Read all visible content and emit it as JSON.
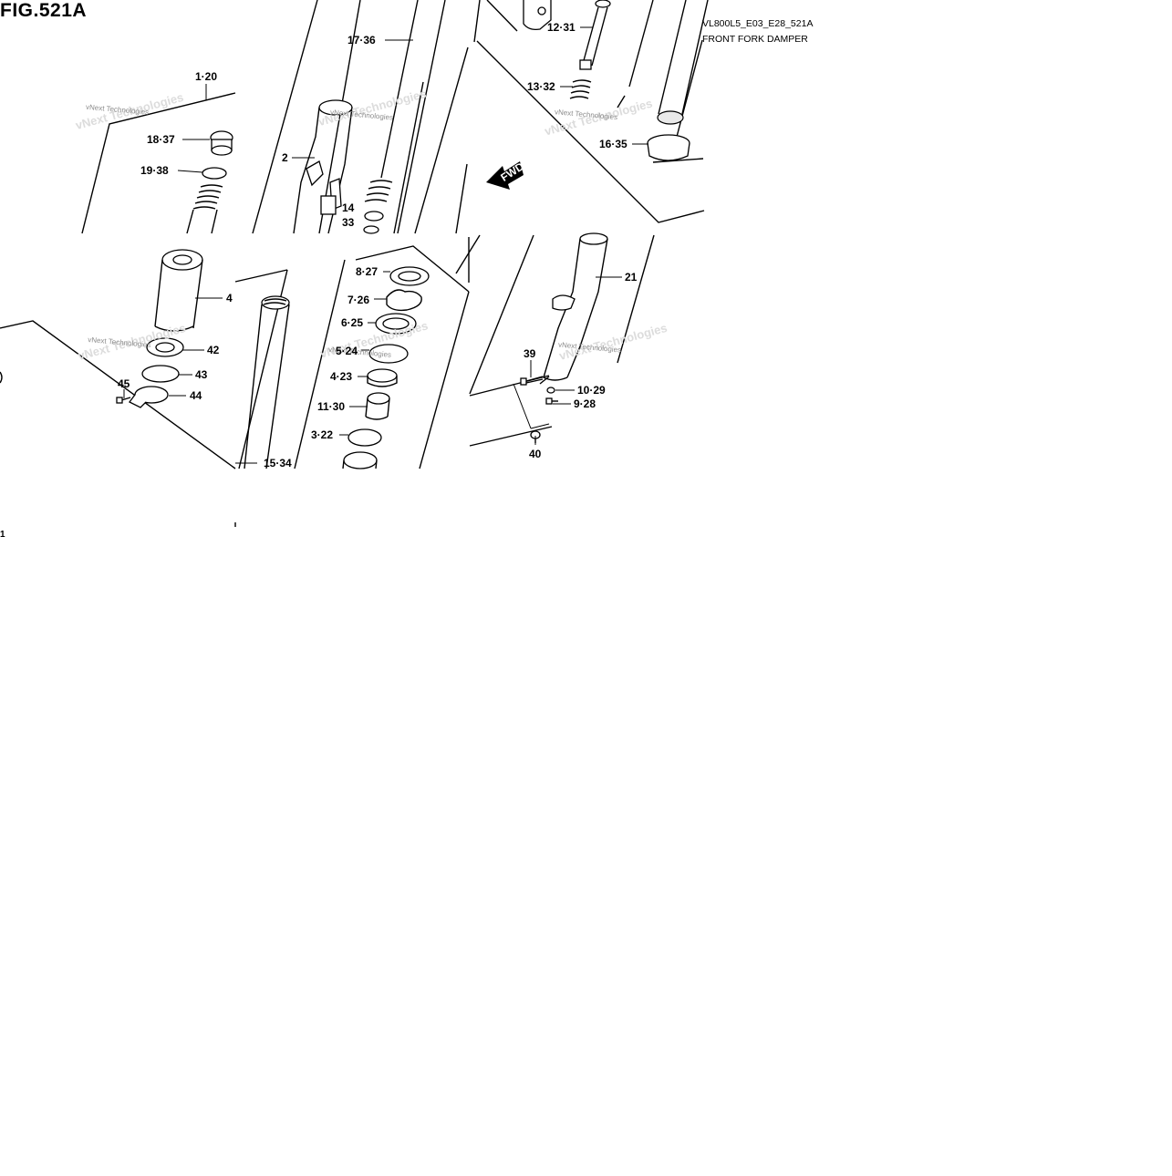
{
  "figure": {
    "title": "FIG.521A",
    "code": "VL800L5_E03_E28_521A",
    "description": "FRONT FORK DAMPER"
  },
  "direction_marker": {
    "text": "FWD"
  },
  "watermark": {
    "text": "vNext Technologies"
  },
  "part_labels": [
    "1·20",
    "18·37",
    "19·38",
    "2",
    "17·36",
    "14",
    "33",
    "12·31",
    "13·32",
    "16·35",
    "4",
    "42",
    "43",
    "45",
    "44",
    "15·34",
    "8·27",
    "7·26",
    "6·25",
    "5·24",
    "4·23",
    "11·30",
    "3·22",
    "21",
    "39",
    "10·29",
    "9·28",
    "40",
    "1"
  ]
}
